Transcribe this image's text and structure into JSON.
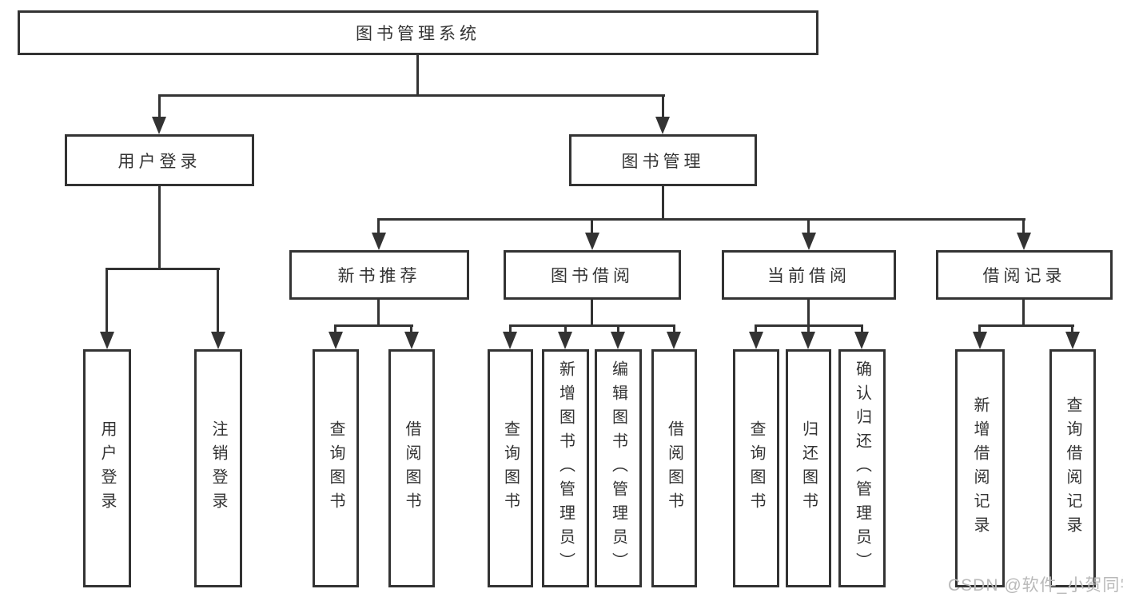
{
  "diagram": {
    "title": "图书管理系统",
    "level2": [
      {
        "label": "用户登录"
      },
      {
        "label": "图书管理"
      }
    ],
    "level3": [
      {
        "label": "新书推荐"
      },
      {
        "label": "图书借阅"
      },
      {
        "label": "当前借阅"
      },
      {
        "label": "借阅记录"
      }
    ],
    "leaves": {
      "user_login": [
        "用户登录",
        "注销登录"
      ],
      "new_book": [
        "查询图书",
        "借阅图书"
      ],
      "book_borrow": [
        "查询图书",
        "新增图书（管理员）",
        "编辑图书（管理员）",
        "借阅图书"
      ],
      "current_borrow": [
        "查询图书",
        "归还图书",
        "确认归还（管理员）"
      ],
      "borrow_record": [
        "新增借阅记录",
        "查询借阅记录"
      ]
    }
  },
  "watermark": {
    "text": "CSDN @软件_小贺同学"
  },
  "colors": {
    "line": "#333333",
    "text": "#333333",
    "watermark": "#b9b9b9",
    "background": "#ffffff"
  }
}
